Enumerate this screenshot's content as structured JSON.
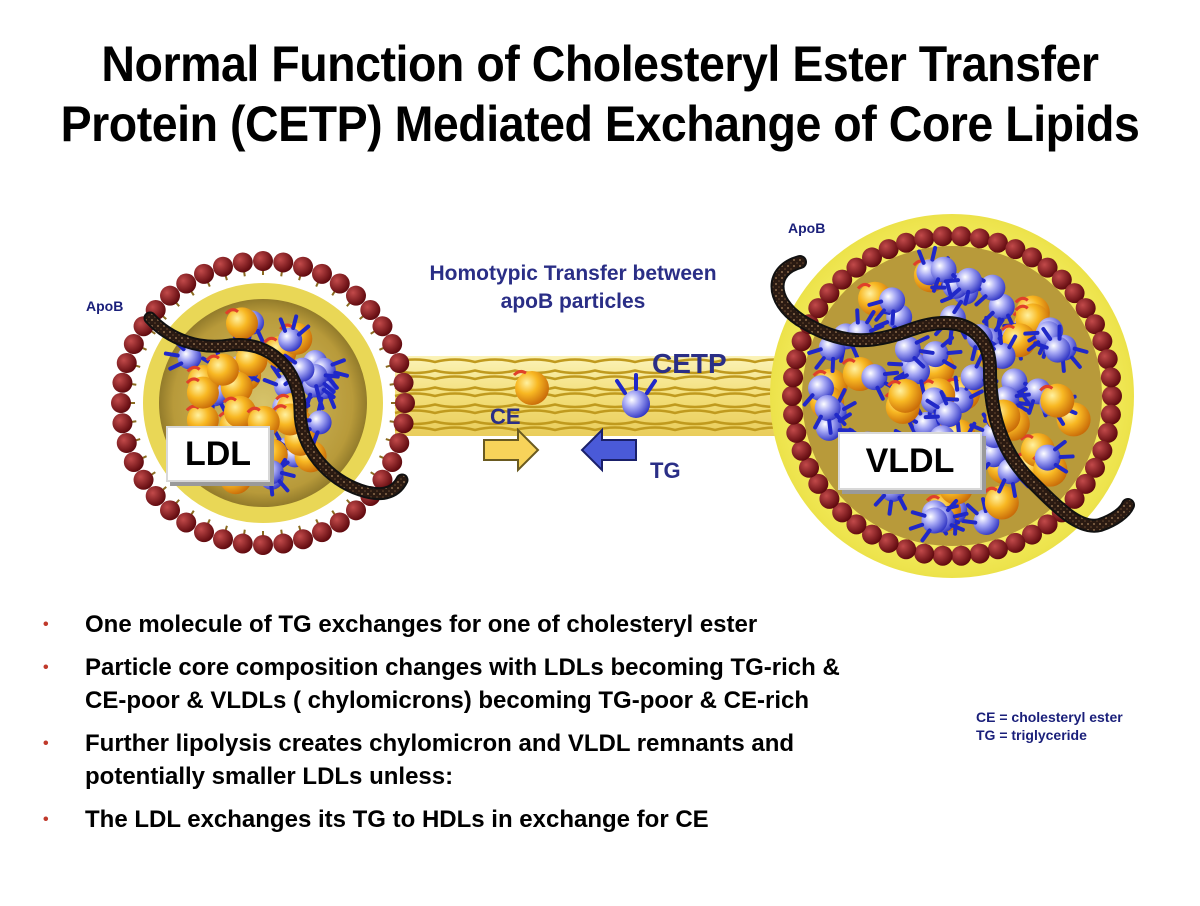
{
  "title": {
    "line1": "Normal Function of Cholesteryl Ester Transfer",
    "line2": "Protein (CETP) Mediated Exchange of Core Lipids"
  },
  "diagram": {
    "apob_left": "ApoB",
    "apob_right": "ApoB",
    "homotypic_line1": "Homotypic Transfer between",
    "homotypic_line2": "apoB particles",
    "cetp": "CETP",
    "ce": "CE",
    "tg": "TG",
    "ldl": "LDL",
    "vldl": "VLDL",
    "colors": {
      "shell_yellow": "#f0e85a",
      "phospholipid_head": "#7a0f14",
      "ce_orange": "#f5a012",
      "tg_blue": "#4a4fd8",
      "apob_black": "#2a1a12",
      "ce_arrow": "#f7d35a",
      "tg_arrow": "#4a5ad8"
    }
  },
  "bullets": [
    "One molecule of TG exchanges for one of cholesteryl ester",
    "Particle core composition changes with LDLs becoming TG-rich & CE-poor & VLDLs ( chylomicrons) becoming TG-poor & CE-rich",
    "Further lipolysis creates chylomicron and VLDL remnants and potentially smaller LDLs unless:",
    "The LDL exchanges its TG to HDLs in exchange for CE"
  ],
  "legend": {
    "line1": "CE = cholesteryl ester",
    "line2": "TG = triglyceride"
  }
}
